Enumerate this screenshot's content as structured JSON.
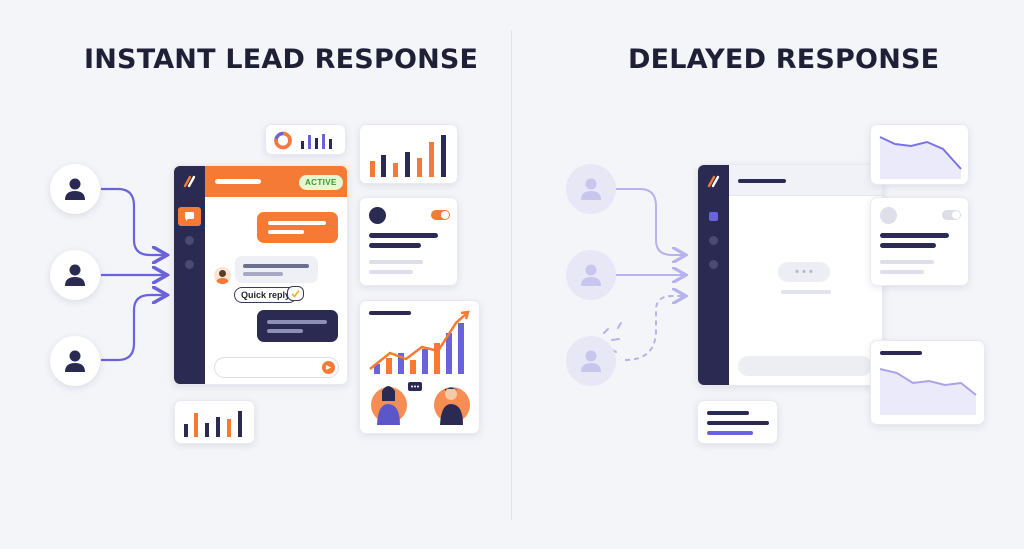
{
  "left_panel": {
    "title": "INSTANT LEAD RESPONSE",
    "status_badge": "ACTIVE",
    "quick_reply_label": "Quick reply"
  },
  "right_panel": {
    "title": "DELAYED RESPONSE",
    "typing_indicator": "• • •"
  },
  "colors": {
    "accent": "#f47a35",
    "navy": "#2a2a52",
    "purple": "#6b63d9",
    "ghost": "#e7e7f6",
    "background": "#f4f5f9"
  },
  "icons": [
    "user-icon",
    "chat-icon",
    "send-icon",
    "logo-icon",
    "toggle-icon",
    "check-icon"
  ]
}
